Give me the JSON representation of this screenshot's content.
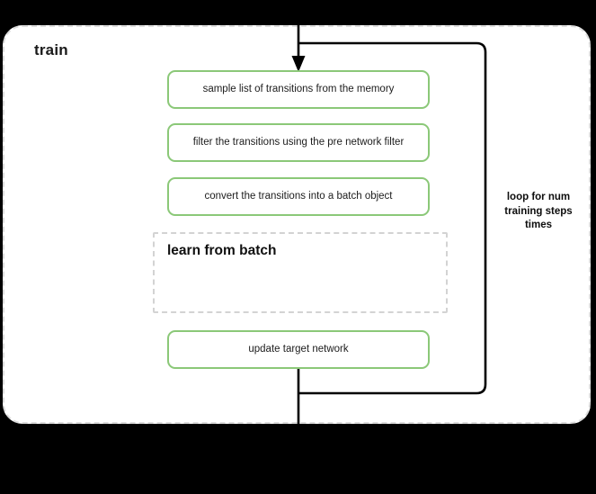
{
  "diagram": {
    "container": {
      "title": "train"
    },
    "steps": [
      {
        "id": "sample",
        "label": "sample list of transitions from the memory"
      },
      {
        "id": "filter",
        "label": "filter the transitions using the pre network filter"
      },
      {
        "id": "convert",
        "label": "convert the transitions into a batch object"
      },
      {
        "id": "update",
        "label": "update target network"
      }
    ],
    "subflow": {
      "id": "learn-from-batch",
      "title": "learn from batch"
    },
    "loop": {
      "label_line1": "loop for num",
      "label_line2": "training steps",
      "label_line3": "times"
    },
    "colors": {
      "process_border": "#8bc878",
      "subflow_border": "#d3d3d3",
      "container_border": "#dcdcdc",
      "edge": "#000000",
      "canvas": "#000000",
      "surface": "#ffffff",
      "text": "#1a1a1a"
    }
  }
}
